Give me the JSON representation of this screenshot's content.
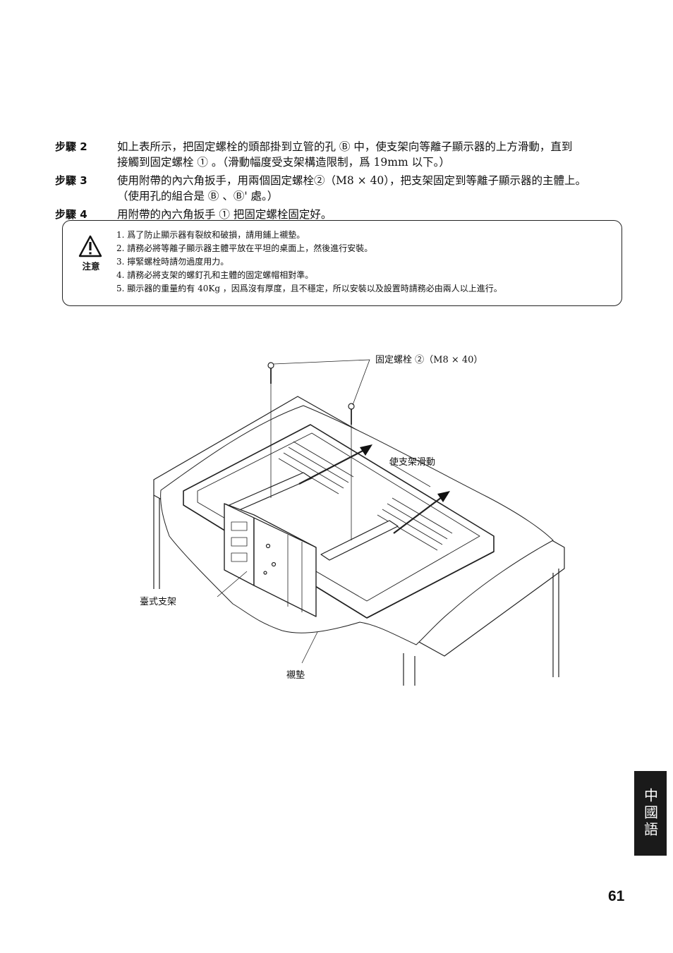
{
  "steps": [
    {
      "label": "步驟 2",
      "lines": [
        "如上表所示，把固定螺栓的頭部掛到立管的孔 Ⓑ 中，使支架向等離子顯示器的上方滑動，直到",
        "接觸到固定螺栓 ① 。（滑動幅度受支架構造限制，爲 19mm 以下。）"
      ]
    },
    {
      "label": "步驟 3",
      "lines": [
        "使用附帶的內六角扳手，用兩個固定螺栓②（M8 × 40），把支架固定到等離子顯示器的主體上。",
        "（使用孔的組合是 Ⓑ 、Ⓑ' 處。）"
      ]
    },
    {
      "label": "步驟 4",
      "lines": [
        "用附帶的內六角扳手 ① 把固定螺栓固定好。"
      ]
    }
  ],
  "caution": {
    "label": "注意",
    "items": [
      "1. 爲了防止顯示器有裂紋和破損，請用鋪上襯墊。",
      "2. 請務必將等離子顯示器主體平放在平坦的桌面上，然後進行安裝。",
      "3. 擰緊螺栓時請勿過度用力。",
      "4. 請務必將支架的螺釘孔和主體的固定螺帽相對準。",
      "5. 顯示器的重量約有 40Kg ，因爲沒有厚度，且不穩定，所以安裝以及設置時請務必由兩人以上進行。"
    ]
  },
  "figure": {
    "label_bolt": "固定螺栓 ②（M8 × 40）",
    "label_slide": "使支架滑動",
    "label_stand": "臺式支架",
    "label_pad": "襯墊"
  },
  "side_tab": "中國語",
  "page_number": "61"
}
